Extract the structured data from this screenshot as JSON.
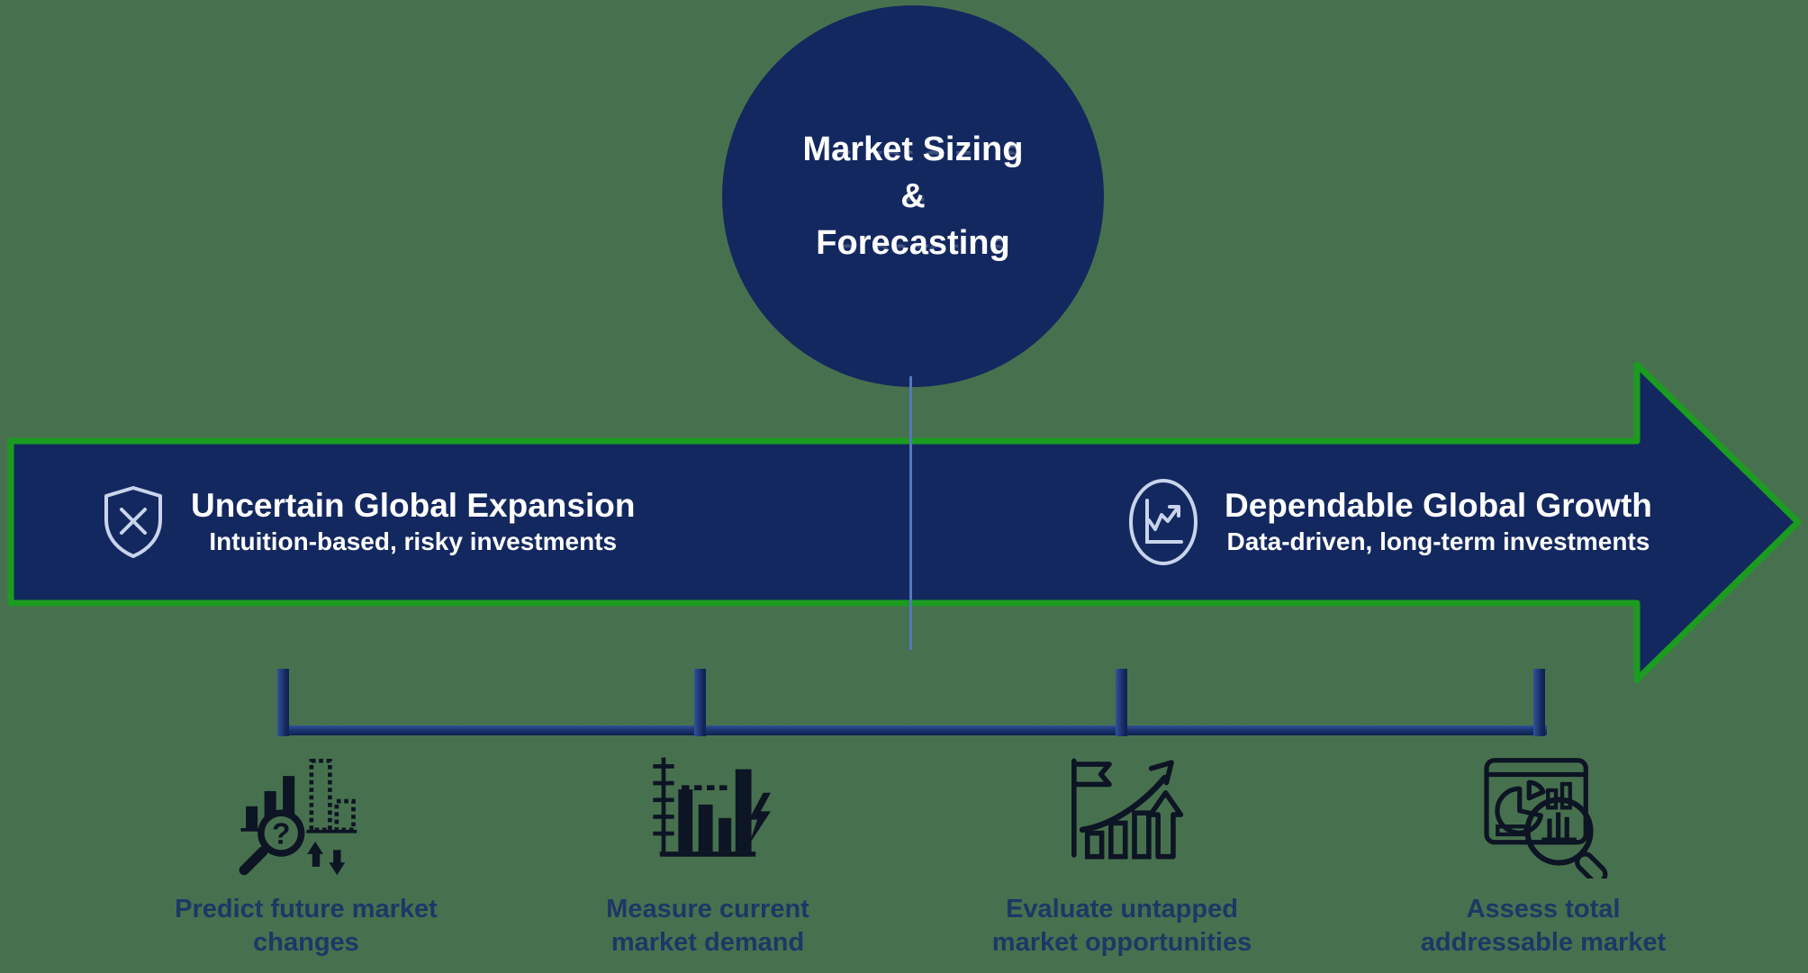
{
  "colors": {
    "background": "#47714E",
    "navy_fill": "#13285F",
    "green_border": "#1B9B1F",
    "connector_line": "#5578BB",
    "label_text": "#1D3766",
    "icon_black": "#0D1424",
    "white_text": "#FFFFFF"
  },
  "circle": {
    "line1": "Market Sizing",
    "line2": "&",
    "line3": "Forecasting"
  },
  "arrow": {
    "left": {
      "icon": "shield-x-icon",
      "heading": "Uncertain Global Expansion",
      "subheading": "Intuition-based, risky investments"
    },
    "right": {
      "icon": "line-chart-circle-icon",
      "heading": "Dependable Global Growth",
      "subheading": "Data-driven, long-term investments"
    }
  },
  "timeline": {
    "tick_count": 4
  },
  "icons": {
    "question_mark": "?"
  },
  "columns": [
    {
      "icon": "magnifier-question-bars-icon",
      "label_line1": "Predict future market",
      "label_line2": "changes"
    },
    {
      "icon": "bar-chart-lightning-icon",
      "label_line1": "Measure current",
      "label_line2": "market demand"
    },
    {
      "icon": "flag-growth-arrow-icon",
      "label_line1": "Evaluate untapped",
      "label_line2": "market opportunities"
    },
    {
      "icon": "pie-chart-magnifier-icon",
      "label_line1": "Assess total",
      "label_line2": "addressable market"
    }
  ]
}
